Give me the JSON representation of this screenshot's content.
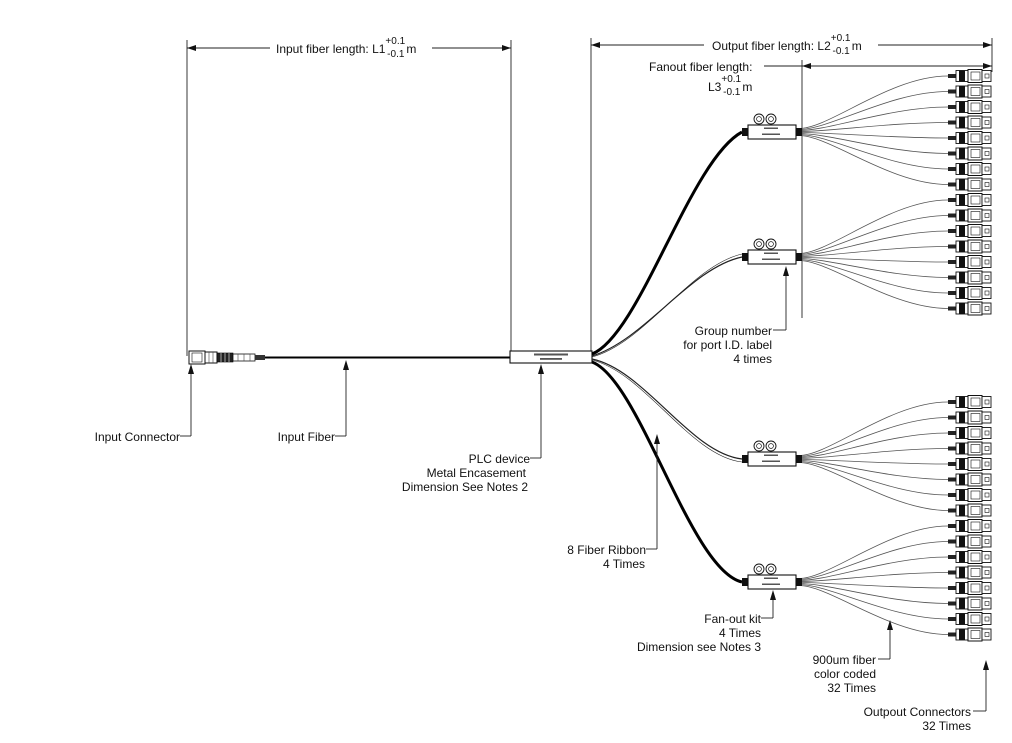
{
  "dimensions": {
    "input_length": {
      "prefix": "Input fiber length: L1",
      "tol_plus": "+0.1",
      "tol_minus": "-0.1",
      "unit": "m"
    },
    "output_length": {
      "prefix": "Output fiber length: L2",
      "tol_plus": "+0.1",
      "tol_minus": "-0.1",
      "unit": "m"
    },
    "fanout_length": {
      "line1": "Fanout fiber length:",
      "prefix": "L3",
      "tol_plus": "+0.1",
      "tol_minus": "-0.1",
      "unit": "m"
    }
  },
  "callouts": {
    "input_connector": {
      "line1": "Input Connector"
    },
    "input_fiber": {
      "line1": "Input Fiber"
    },
    "plc_device": {
      "line1": "PLC device",
      "line2": "Metal Encasement",
      "line3": "Dimension See Notes 2"
    },
    "ribbon": {
      "line1": "8 Fiber Ribbon",
      "line2": "4 Times"
    },
    "group_number": {
      "line1": "Group number",
      "line2": "for port I.D.  label",
      "line3": "4 times"
    },
    "fanout_kit": {
      "line1": "Fan-out kit",
      "line2": "4 Times",
      "line3": "Dimension see Notes 3"
    },
    "fiber_900": {
      "line1": "900um fiber",
      "line2": "color coded",
      "line3": "32  Times"
    },
    "output_connectors": {
      "line1": "Outpout Connectors",
      "line2": "32 Times"
    }
  },
  "structure": {
    "fanout_groups": 4,
    "fibers_per_group": 8,
    "output_connector_count": 32
  }
}
